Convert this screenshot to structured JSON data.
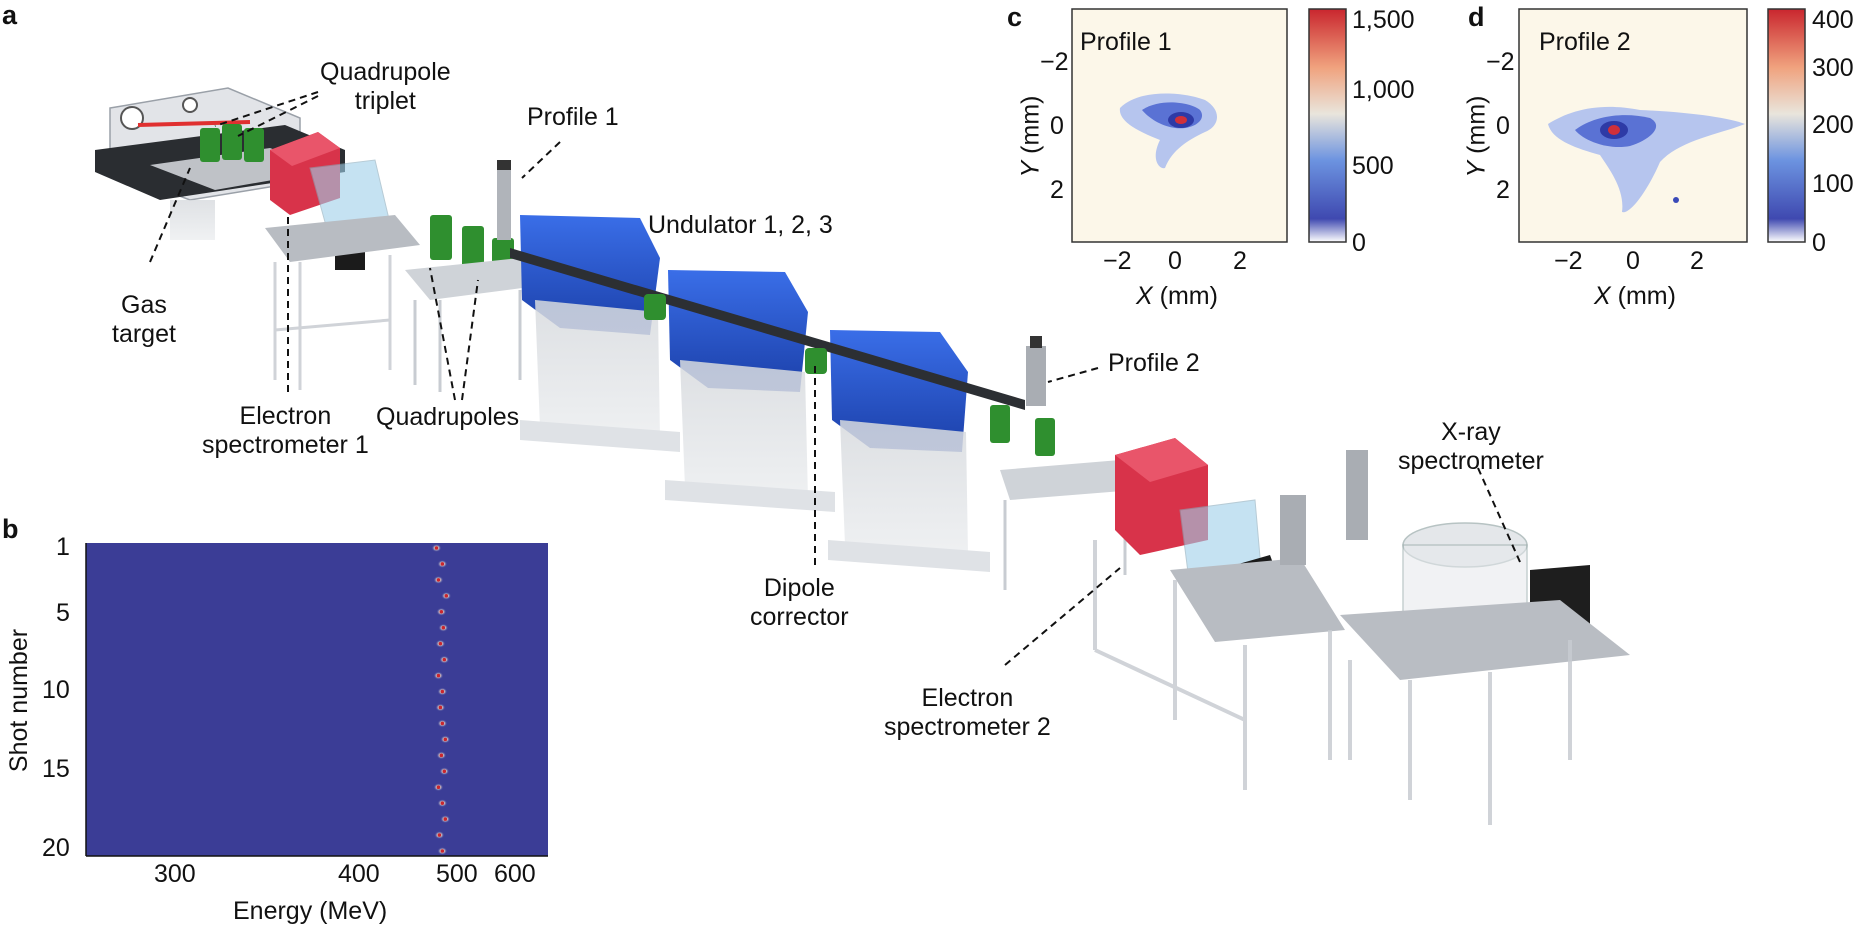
{
  "panels": {
    "a": "a",
    "b": "b",
    "c": "c",
    "d": "d"
  },
  "labels": {
    "quadrupole_triplet": [
      "Quadrupole",
      "triplet"
    ],
    "profile1": "Profile 1",
    "undulator": "Undulator 1, 2, 3",
    "gas_target": [
      "Gas",
      "target"
    ],
    "electron_spectrometer_1": [
      "Electron",
      "spectrometer 1"
    ],
    "quadrupoles": "Quadrupoles",
    "profile2": "Profile 2",
    "dipole_corrector": [
      "Dipole",
      "corrector"
    ],
    "electron_spectrometer_2": [
      "Electron",
      "spectrometer 2"
    ],
    "xray_spectrometer": [
      "X-ray",
      "spectrometer"
    ]
  },
  "colors": {
    "undulator_blue": "#1f4fc7",
    "magnet_green": "#2f8f2f",
    "spectrometer_red": "#d8334a",
    "frame_grey": "#c8ccd2",
    "heatmap_bg_b": "#3b3d96",
    "heatmap_bg_cd": "#fcf7e9"
  },
  "chart_data": [
    {
      "id": "b",
      "type": "heatmap",
      "xlabel": "Energy (MeV)",
      "ylabel": "Shot number",
      "xticks": [
        "300",
        "400",
        "500",
        "600"
      ],
      "yticks": [
        "1",
        "5",
        "10",
        "15",
        "20"
      ],
      "shots": [
        1,
        2,
        3,
        4,
        5,
        6,
        7,
        8,
        9,
        10,
        11,
        12,
        13,
        14,
        15,
        16,
        17,
        18,
        19,
        20
      ],
      "peak_energy_mev": [
        476,
        482,
        478,
        486,
        481,
        483,
        480,
        484,
        478,
        482,
        480,
        482,
        485,
        481,
        484,
        478,
        482,
        485,
        479,
        482
      ]
    },
    {
      "id": "c",
      "type": "heatmap",
      "title": "Profile 1",
      "xlabel": "X (mm)",
      "ylabel": "Y (mm)",
      "xticks": [
        "−2",
        "0",
        "2"
      ],
      "yticks": [
        "−2",
        "0",
        "2"
      ],
      "xlim": [
        -3.6,
        3.6
      ],
      "ylim": [
        -3.6,
        3.6
      ],
      "colorbar": {
        "ticks": [
          "1,500",
          "1,000",
          "500",
          "0"
        ],
        "range": [
          0,
          1500
        ]
      },
      "peak": {
        "x": 0.3,
        "y": -0.1,
        "value": 1500
      }
    },
    {
      "id": "d",
      "type": "heatmap",
      "title": "Profile 2",
      "xlabel": "X (mm)",
      "ylabel": "Y (mm)",
      "xticks": [
        "−2",
        "0",
        "2"
      ],
      "yticks": [
        "−2",
        "0",
        "2"
      ],
      "xlim": [
        -3.6,
        3.6
      ],
      "ylim": [
        -3.6,
        3.6
      ],
      "colorbar": {
        "ticks": [
          "400",
          "300",
          "200",
          "100",
          "0"
        ],
        "range": [
          0,
          400
        ]
      },
      "peak": {
        "x": -0.7,
        "y": -0.2,
        "value": 400
      }
    }
  ]
}
